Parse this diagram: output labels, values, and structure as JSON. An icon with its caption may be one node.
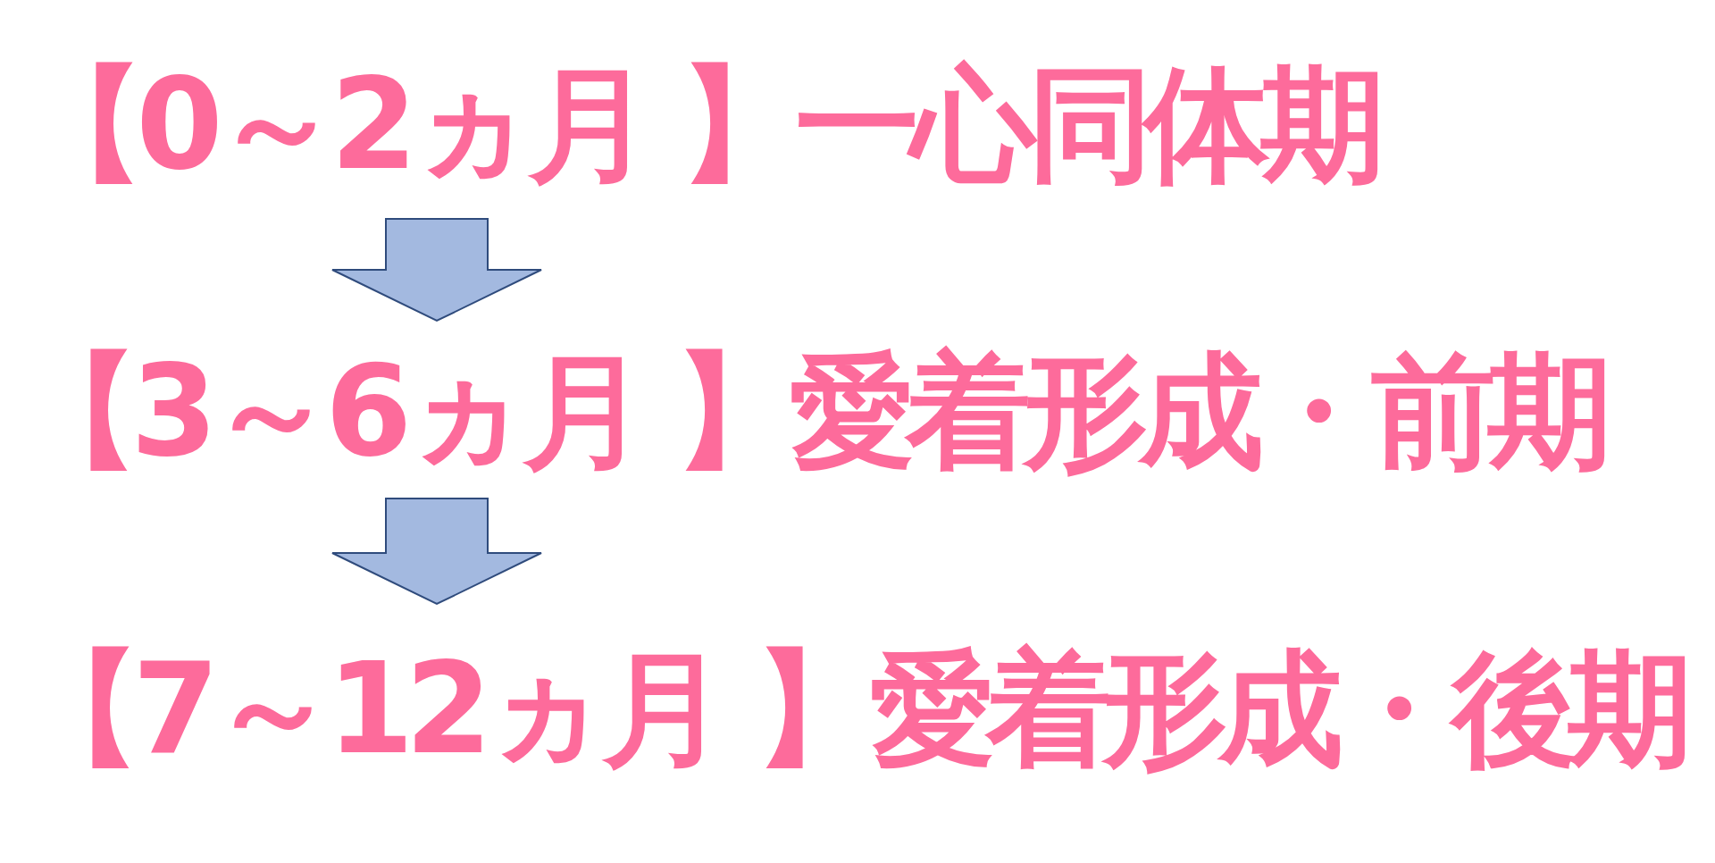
{
  "diagram": {
    "nodes": [
      {
        "text": [
          "【0～2ヵ月 】一心同体期"
        ]
      },
      {
        "text": [
          "【3～6ヵ月 】愛着形成・前期"
        ]
      },
      {
        "text": [
          "【7～12ヵ月 】愛着形成・後期"
        ]
      }
    ],
    "edges": [
      {
        "from": 0,
        "to": 1,
        "arrow": "to"
      },
      {
        "from": 1,
        "to": 2,
        "arrow": "to"
      }
    ]
  }
}
